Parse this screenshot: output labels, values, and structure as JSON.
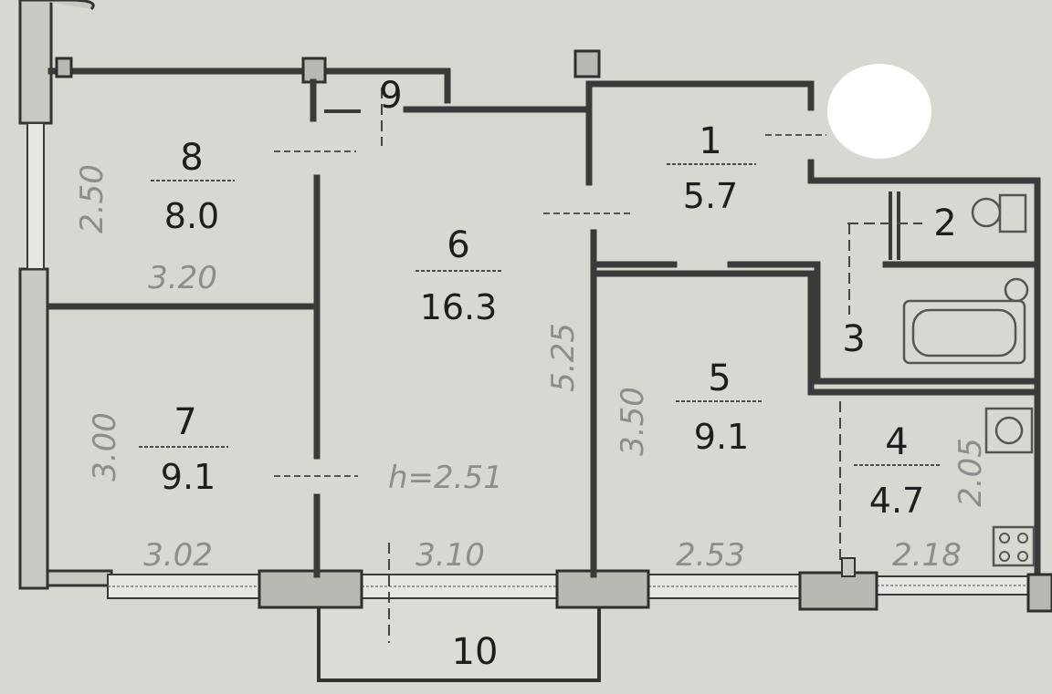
{
  "rooms": [
    {
      "id": "r8",
      "number": "8",
      "area": "8.0"
    },
    {
      "id": "r7",
      "number": "7",
      "area": "9.1"
    },
    {
      "id": "r6",
      "number": "6",
      "area": "16.3"
    },
    {
      "id": "r1",
      "number": "1",
      "area": "5.7"
    },
    {
      "id": "r5",
      "number": "5",
      "area": "9.1"
    },
    {
      "id": "r4",
      "number": "4",
      "area": "4.7"
    },
    {
      "id": "r2",
      "number": "2"
    },
    {
      "id": "r3",
      "number": "3"
    },
    {
      "id": "r9",
      "number": "9"
    },
    {
      "id": "r10",
      "number": "10"
    }
  ],
  "dimensions": {
    "r8_height": "2.50",
    "r8_width": "3.20",
    "r7_height": "3.00",
    "r7_width": "3.02",
    "r6_height": "5.25",
    "r6_width": "3.10",
    "r5_height": "3.50",
    "r5_width": "2.53",
    "r4_height": "2.05",
    "r4_width": "2.18"
  },
  "ceiling_height": "h=2.51",
  "colors": {
    "paper": "#d8d8d3",
    "wall": "#3a3a3a",
    "dimension_text": "#8d8d8d"
  }
}
